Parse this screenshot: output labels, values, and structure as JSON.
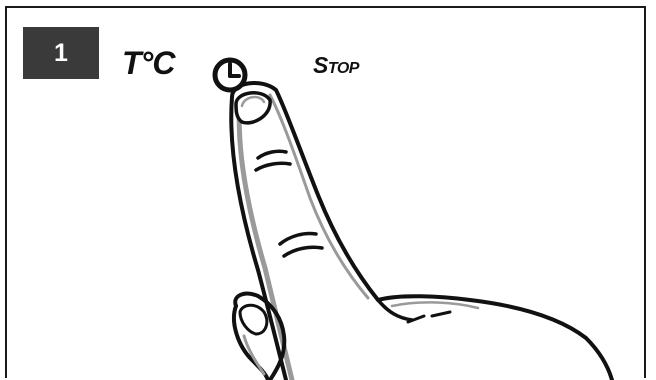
{
  "step": {
    "number": "1"
  },
  "control_panel": {
    "temperature_label": "T°C",
    "timer_icon": "clock-icon",
    "stop_label": "Stop"
  },
  "illustration": {
    "subject": "finger-pressing-timer-icon"
  },
  "colors": {
    "badge_background": "#3a3a3a",
    "badge_text": "#ffffff",
    "line_art": "#111111",
    "finger_shading": "#9a9a9a"
  }
}
